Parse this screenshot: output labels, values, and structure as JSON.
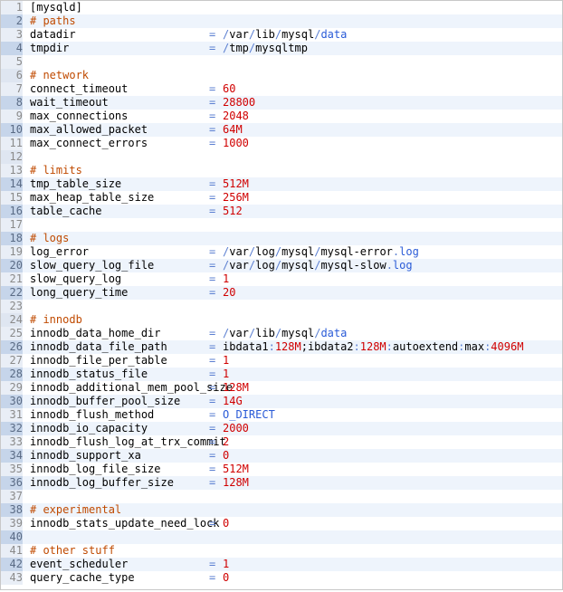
{
  "editor": {
    "lines": [
      {
        "n": "1",
        "type": "section",
        "text": "[mysqld]"
      },
      {
        "n": "2",
        "type": "comment",
        "text": "# paths"
      },
      {
        "n": "3",
        "type": "kv",
        "key": "datadir",
        "parts": [
          [
            "sep",
            "/"
          ],
          [
            "p",
            "var"
          ],
          [
            "sep",
            "/"
          ],
          [
            "p",
            "lib"
          ],
          [
            "sep",
            "/"
          ],
          [
            "p",
            "mysql"
          ],
          [
            "sep",
            "/"
          ],
          [
            "x",
            "data"
          ]
        ]
      },
      {
        "n": "4",
        "type": "kv",
        "key": "tmpdir",
        "parts": [
          [
            "sep",
            "/"
          ],
          [
            "p",
            "tmp"
          ],
          [
            "sep",
            "/"
          ],
          [
            "p",
            "mysqltmp"
          ]
        ]
      },
      {
        "n": "5",
        "type": "blank"
      },
      {
        "n": "6",
        "type": "comment",
        "text": "# network"
      },
      {
        "n": "7",
        "type": "kv",
        "key": "connect_timeout",
        "parts": [
          [
            "s",
            "60"
          ]
        ]
      },
      {
        "n": "8",
        "type": "kv",
        "key": "wait_timeout",
        "parts": [
          [
            "s",
            "28800"
          ]
        ]
      },
      {
        "n": "9",
        "type": "kv",
        "key": "max_connections",
        "parts": [
          [
            "s",
            "2048"
          ]
        ]
      },
      {
        "n": "10",
        "type": "kv",
        "key": "max_allowed_packet",
        "parts": [
          [
            "s",
            "64M"
          ]
        ]
      },
      {
        "n": "11",
        "type": "kv",
        "key": "max_connect_errors",
        "parts": [
          [
            "s",
            "1000"
          ]
        ]
      },
      {
        "n": "12",
        "type": "blank"
      },
      {
        "n": "13",
        "type": "comment",
        "text": "# limits"
      },
      {
        "n": "14",
        "type": "kv",
        "key": "tmp_table_size",
        "parts": [
          [
            "s",
            "512M"
          ]
        ]
      },
      {
        "n": "15",
        "type": "kv",
        "key": "max_heap_table_size",
        "parts": [
          [
            "s",
            "256M"
          ]
        ]
      },
      {
        "n": "16",
        "type": "kv",
        "key": "table_cache",
        "parts": [
          [
            "s",
            "512"
          ]
        ]
      },
      {
        "n": "17",
        "type": "blank"
      },
      {
        "n": "18",
        "type": "comment",
        "text": "# logs"
      },
      {
        "n": "19",
        "type": "kv",
        "key": "log_error",
        "parts": [
          [
            "sep",
            "/"
          ],
          [
            "p",
            "var"
          ],
          [
            "sep",
            "/"
          ],
          [
            "p",
            "log"
          ],
          [
            "sep",
            "/"
          ],
          [
            "p",
            "mysql"
          ],
          [
            "sep",
            "/"
          ],
          [
            "p",
            "mysql-error"
          ],
          [
            "sep",
            "."
          ],
          [
            "x",
            "log"
          ]
        ]
      },
      {
        "n": "20",
        "type": "kv",
        "key": "slow_query_log_file",
        "parts": [
          [
            "sep",
            "/"
          ],
          [
            "p",
            "var"
          ],
          [
            "sep",
            "/"
          ],
          [
            "p",
            "log"
          ],
          [
            "sep",
            "/"
          ],
          [
            "p",
            "mysql"
          ],
          [
            "sep",
            "/"
          ],
          [
            "p",
            "mysql-slow"
          ],
          [
            "sep",
            "."
          ],
          [
            "x",
            "log"
          ]
        ]
      },
      {
        "n": "21",
        "type": "kv",
        "key": "slow_query_log",
        "parts": [
          [
            "s",
            "1"
          ]
        ]
      },
      {
        "n": "22",
        "type": "kv",
        "key": "long_query_time",
        "parts": [
          [
            "s",
            "20"
          ]
        ]
      },
      {
        "n": "23",
        "type": "blank"
      },
      {
        "n": "24",
        "type": "comment",
        "text": "# innodb"
      },
      {
        "n": "25",
        "type": "kv",
        "key": "innodb_data_home_dir",
        "parts": [
          [
            "sep",
            "/"
          ],
          [
            "p",
            "var"
          ],
          [
            "sep",
            "/"
          ],
          [
            "p",
            "lib"
          ],
          [
            "sep",
            "/"
          ],
          [
            "p",
            "mysql"
          ],
          [
            "sep",
            "/"
          ],
          [
            "x",
            "data"
          ]
        ]
      },
      {
        "n": "26",
        "type": "kv",
        "key": "innodb_data_file_path",
        "parts": [
          [
            "p",
            "ibdata1"
          ],
          [
            "sep",
            ":"
          ],
          [
            "s",
            "128M"
          ],
          [
            "p",
            ";ibdata2"
          ],
          [
            "sep",
            ":"
          ],
          [
            "s",
            "128M"
          ],
          [
            "sep",
            ":"
          ],
          [
            "p",
            "autoextend"
          ],
          [
            "sep",
            ":"
          ],
          [
            "p",
            "max"
          ],
          [
            "sep",
            ":"
          ],
          [
            "s",
            "4096M"
          ]
        ]
      },
      {
        "n": "27",
        "type": "kv",
        "key": "innodb_file_per_table",
        "parts": [
          [
            "s",
            "1"
          ]
        ]
      },
      {
        "n": "28",
        "type": "kv",
        "key": "innodb_status_file",
        "parts": [
          [
            "s",
            "1"
          ]
        ]
      },
      {
        "n": "29",
        "type": "kv",
        "key": "innodb_additional_mem_pool_size",
        "parts": [
          [
            "s",
            "128M"
          ]
        ]
      },
      {
        "n": "30",
        "type": "kv",
        "key": "innodb_buffer_pool_size",
        "parts": [
          [
            "s",
            "14G"
          ]
        ]
      },
      {
        "n": "31",
        "type": "kv",
        "key": "innodb_flush_method",
        "parts": [
          [
            "x",
            "O_DIRECT"
          ]
        ]
      },
      {
        "n": "32",
        "type": "kv",
        "key": "innodb_io_capacity",
        "parts": [
          [
            "s",
            "2000"
          ]
        ]
      },
      {
        "n": "33",
        "type": "kv",
        "key": "innodb_flush_log_at_trx_commit",
        "parts": [
          [
            "s",
            "2"
          ]
        ]
      },
      {
        "n": "34",
        "type": "kv",
        "key": "innodb_support_xa",
        "parts": [
          [
            "s",
            "0"
          ]
        ]
      },
      {
        "n": "35",
        "type": "kv",
        "key": "innodb_log_file_size",
        "parts": [
          [
            "s",
            "512M"
          ]
        ]
      },
      {
        "n": "36",
        "type": "kv",
        "key": "innodb_log_buffer_size",
        "parts": [
          [
            "s",
            "128M"
          ]
        ]
      },
      {
        "n": "37",
        "type": "blank"
      },
      {
        "n": "38",
        "type": "comment",
        "text": "# experimental"
      },
      {
        "n": "39",
        "type": "kv",
        "key": "innodb_stats_update_need_lock",
        "parts": [
          [
            "s",
            "0"
          ]
        ]
      },
      {
        "n": "40",
        "type": "blank"
      },
      {
        "n": "41",
        "type": "comment",
        "text": "# other stuff"
      },
      {
        "n": "42",
        "type": "kv",
        "key": "event_scheduler",
        "parts": [
          [
            "s",
            "1"
          ]
        ]
      },
      {
        "n": "43",
        "type": "kv",
        "key": "query_cache_type",
        "parts": [
          [
            "s",
            "0"
          ]
        ]
      }
    ],
    "equals_sign": "=",
    "highlighted_lines": [
      "2",
      "4",
      "8",
      "10",
      "14",
      "16",
      "18",
      "20",
      "22",
      "26",
      "28",
      "30",
      "32",
      "34",
      "36",
      "38",
      "40",
      "42"
    ]
  }
}
